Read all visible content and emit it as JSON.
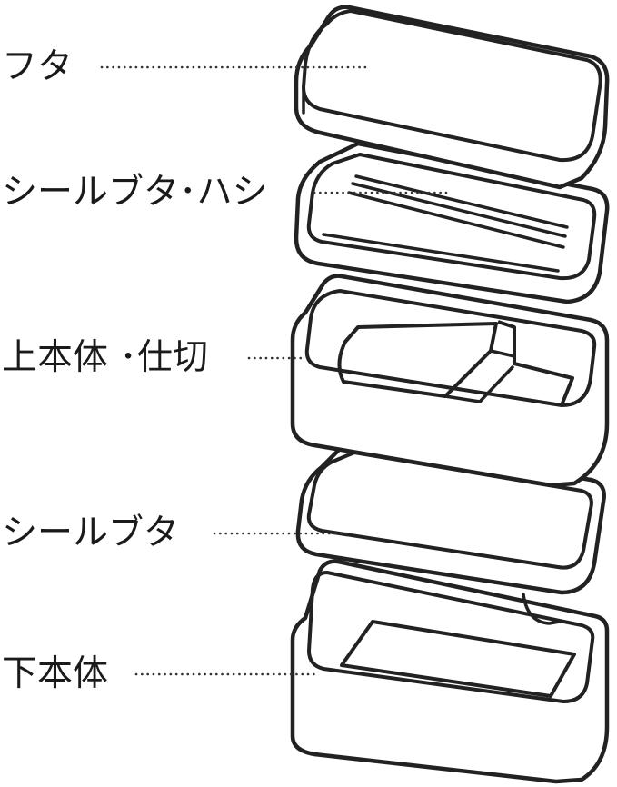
{
  "labels": {
    "lid": "フタ",
    "seal_lid_chopsticks": "シールブタ･ハシ",
    "upper_body_divider": "上本体 ･仕切",
    "seal_lid": "シールブタ",
    "lower_body": "下本体"
  },
  "colors": {
    "line": "#222222",
    "background": "#ffffff"
  }
}
